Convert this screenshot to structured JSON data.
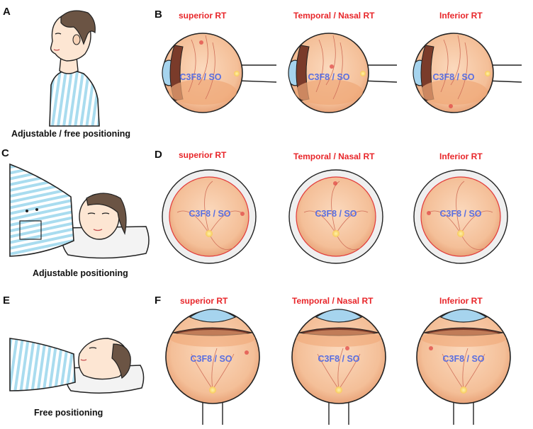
{
  "panels": {
    "A": "A",
    "B": "B",
    "C": "C",
    "D": "D",
    "E": "E",
    "F": "F"
  },
  "captions": {
    "A": "Adjustable / free positioning",
    "C": "Adjustable positioning",
    "E": "Free positioning"
  },
  "retina_labels": [
    "superior RT",
    "Temporal / Nasal RT",
    "Inferior RT"
  ],
  "tamponade_label": "C3F8 / SO",
  "colors": {
    "label_red": "#e8262a",
    "tamponade_blue": "#5a6fe0",
    "shirt_stripe": "#a9dcef",
    "hair": "#6b5444",
    "retina": "#f6c7a4"
  }
}
